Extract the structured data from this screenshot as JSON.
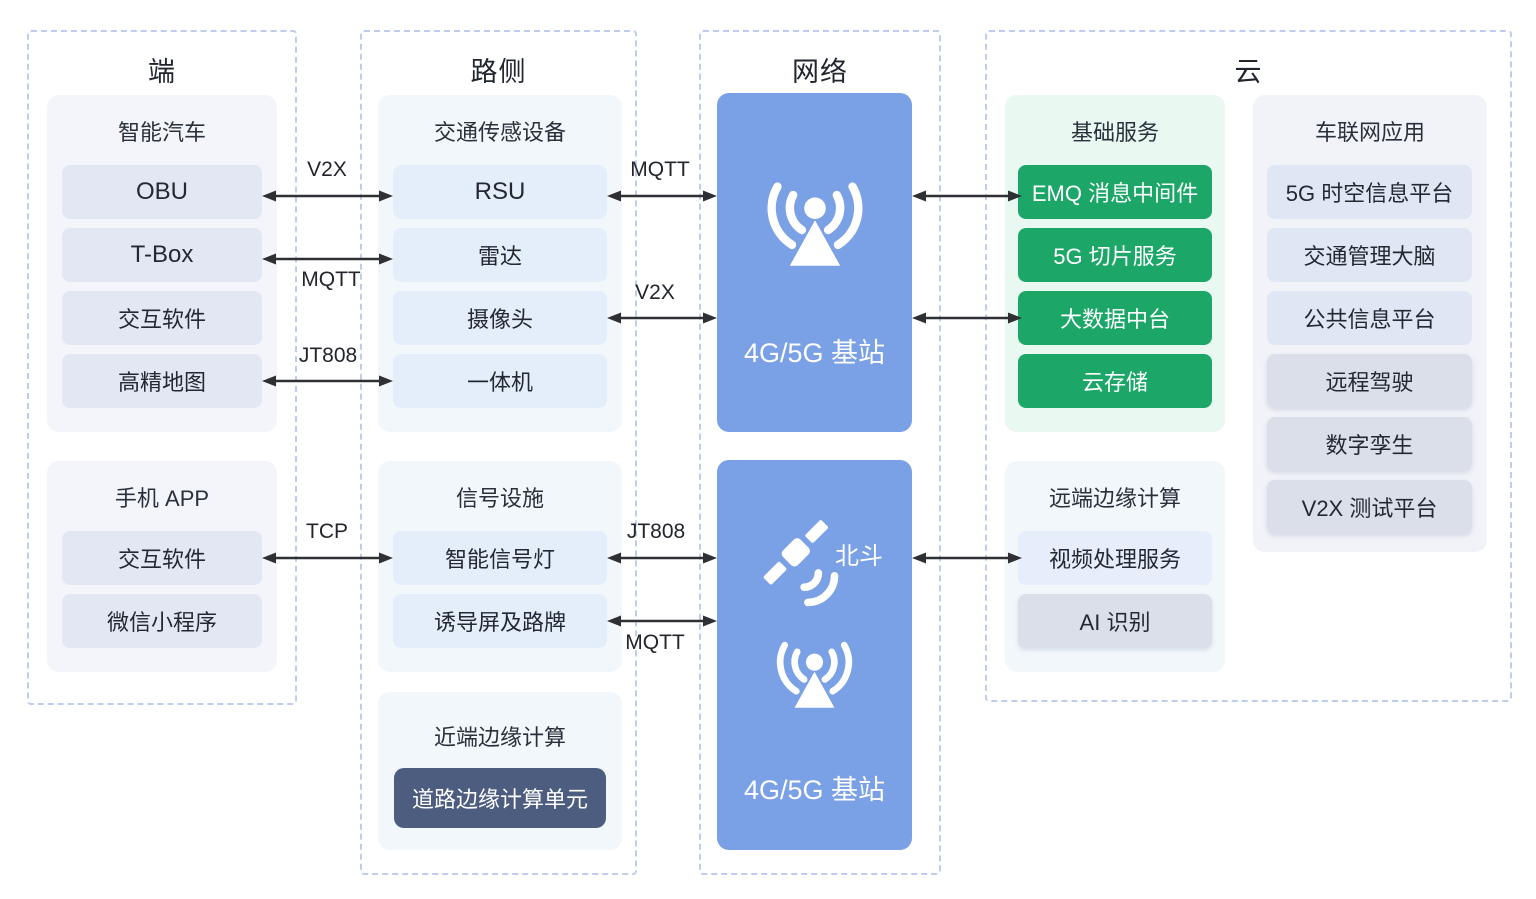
{
  "colors": {
    "station_blue": "#7aa0e6",
    "service_green": "#1ca768",
    "edge_unit_dark": "#4d5d80",
    "base_service_bg": "#e9f8f0",
    "dashed_border": "#bfccee"
  },
  "columns": {
    "terminal": "端",
    "roadside": "路侧",
    "network": "网络",
    "cloud": "云"
  },
  "terminal": {
    "smart_car": {
      "title": "智能汽车",
      "items": [
        "OBU",
        "T-Box",
        "交互软件",
        "高精地图"
      ]
    },
    "phone_app": {
      "title": "手机 APP",
      "items": [
        "交互软件",
        "微信小程序"
      ]
    }
  },
  "roadside": {
    "sensors": {
      "title": "交通传感设备",
      "items": [
        "RSU",
        "雷达",
        "摄像头",
        "一体机"
      ]
    },
    "signal": {
      "title": "信号设施",
      "items": [
        "智能信号灯",
        "诱导屏及路牌"
      ]
    },
    "near_edge": {
      "title": "近端边缘计算",
      "unit": "道路边缘计算单元"
    }
  },
  "network": {
    "station_top": {
      "label": "4G/5G 基站"
    },
    "station_bottom": {
      "label": "4G/5G 基站",
      "satellite": "北斗"
    }
  },
  "cloud": {
    "base_services": {
      "title": "基础服务",
      "items": [
        "EMQ 消息中间件",
        "5G 切片服务",
        "大数据中台",
        "云存储"
      ]
    },
    "iov_apps": {
      "title": "车联网应用",
      "items": [
        "5G 时空信息平台",
        "交通管理大脑",
        "公共信息平台",
        "远程驾驶",
        "数字孪生",
        "V2X 测试平台"
      ]
    },
    "remote_edge": {
      "title": "远端边缘计算",
      "items": [
        "视频处理服务",
        "AI 识别"
      ]
    }
  },
  "protocols": {
    "terminal_roadside": [
      "V2X",
      "MQTT",
      "JT808",
      "TCP"
    ],
    "roadside_network": [
      "MQTT",
      "V2X",
      "JT808",
      "MQTT"
    ]
  }
}
